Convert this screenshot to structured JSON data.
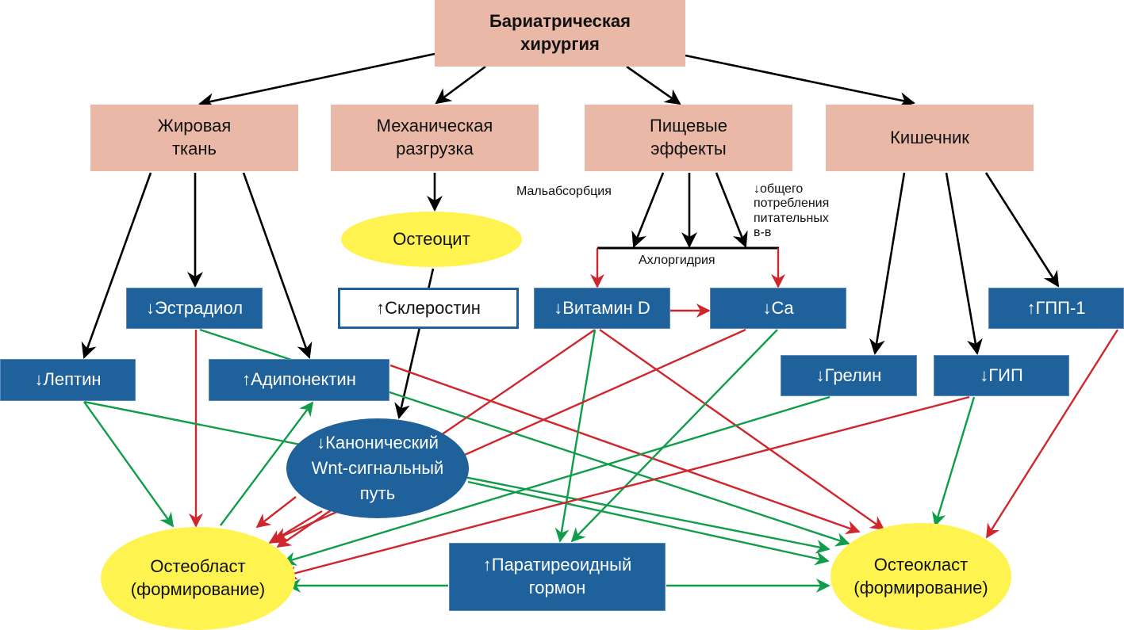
{
  "colors": {
    "header_fill": "#eab8a7",
    "hormone_fill": "#1f619b",
    "cell_fill": "#fff44f",
    "arrow_neutral": "#000000",
    "arrow_inhibit": "#d0262d",
    "arrow_stimulate": "#0f9d4a"
  },
  "nodes": {
    "bariatric": "Бариатрическая\nхирургия",
    "adipose": "Жировая\nткань",
    "mechanical": "Механическая\nразгрузка",
    "nutritional": "Пищевые\nэффекты",
    "intestine": "Кишечник",
    "osteocyte": "Остеоцит",
    "sclerostin": "↑Склеростин",
    "estradiol": "↓Эстрадиол",
    "leptin": "↓Лептин",
    "adiponectin": "↑Адипонектин",
    "vitamin_d": "↓Витамин D",
    "calcium": "↓Ca",
    "glp1": "↑ГПП-1",
    "ghrelin": "↓Грелин",
    "gip": "↓ГИП",
    "wnt": "↓Канонический\nWnt-сигнальный\nпуть",
    "pth": "↑Паратиреоидный\nгормон",
    "osteoblast": "Остеобласт\n(формирование)",
    "osteoclast": "Остеокласт\n(формирование)"
  },
  "labels": {
    "malabsorption": "Мальабсорбция",
    "reduced_intake": "↓общего\nпотребления\nпитательных\nв-в",
    "achlorhydria": "Ахлоргидрия"
  },
  "edges": [
    {
      "from": "bariatric",
      "to": "adipose",
      "type": "neutral"
    },
    {
      "from": "bariatric",
      "to": "mechanical",
      "type": "neutral"
    },
    {
      "from": "bariatric",
      "to": "nutritional",
      "type": "neutral"
    },
    {
      "from": "bariatric",
      "to": "intestine",
      "type": "neutral"
    },
    {
      "from": "adipose",
      "to": "leptin",
      "type": "neutral"
    },
    {
      "from": "adipose",
      "to": "estradiol",
      "type": "neutral"
    },
    {
      "from": "adipose",
      "to": "adiponectin",
      "type": "neutral"
    },
    {
      "from": "mechanical",
      "to": "osteocyte",
      "type": "neutral"
    },
    {
      "from": "osteocyte",
      "to": "wnt",
      "type": "neutral",
      "via": "sclerostin"
    },
    {
      "from": "nutritional",
      "to": "nutrient_bar",
      "type": "neutral",
      "label": "malabsorption"
    },
    {
      "from": "nutritional",
      "to": "nutrient_bar",
      "type": "neutral"
    },
    {
      "from": "nutritional",
      "to": "nutrient_bar",
      "type": "neutral",
      "label": "reduced_intake"
    },
    {
      "from": "nutrient_bar",
      "to": "vitamin_d",
      "type": "inhibit"
    },
    {
      "from": "nutrient_bar",
      "to": "calcium",
      "type": "inhibit"
    },
    {
      "from": "vitamin_d",
      "to": "calcium",
      "type": "inhibit"
    },
    {
      "from": "intestine",
      "to": "ghrelin",
      "type": "neutral"
    },
    {
      "from": "intestine",
      "to": "gip",
      "type": "neutral"
    },
    {
      "from": "intestine",
      "to": "glp1",
      "type": "neutral"
    },
    {
      "from": "estradiol",
      "to": "osteoblast",
      "type": "inhibit"
    },
    {
      "from": "estradiol",
      "to": "osteoclast",
      "type": "stimulate"
    },
    {
      "from": "leptin",
      "to": "osteoblast",
      "type": "stimulate"
    },
    {
      "from": "leptin",
      "to": "osteoclast",
      "type": "stimulate"
    },
    {
      "from": "adiponectin",
      "to": "osteoclast",
      "type": "inhibit"
    },
    {
      "from": "osteoblast",
      "to": "adiponectin",
      "type": "stimulate"
    },
    {
      "from": "wnt",
      "to": "osteoblast",
      "type": "inhibit"
    },
    {
      "from": "vitamin_d",
      "to": "osteoblast",
      "type": "inhibit"
    },
    {
      "from": "vitamin_d",
      "to": "osteoclast",
      "type": "inhibit"
    },
    {
      "from": "vitamin_d",
      "to": "pth",
      "type": "stimulate"
    },
    {
      "from": "calcium",
      "to": "osteoblast",
      "type": "inhibit"
    },
    {
      "from": "calcium",
      "to": "pth",
      "type": "stimulate"
    },
    {
      "from": "ghrelin",
      "to": "osteoblast",
      "type": "stimulate"
    },
    {
      "from": "gip",
      "to": "osteoblast",
      "type": "inhibit"
    },
    {
      "from": "gip",
      "to": "osteoclast",
      "type": "stimulate"
    },
    {
      "from": "glp1",
      "to": "osteoclast",
      "type": "inhibit"
    },
    {
      "from": "pth",
      "to": "osteoblast",
      "type": "stimulate"
    },
    {
      "from": "pth",
      "to": "osteoclast",
      "type": "stimulate"
    }
  ]
}
